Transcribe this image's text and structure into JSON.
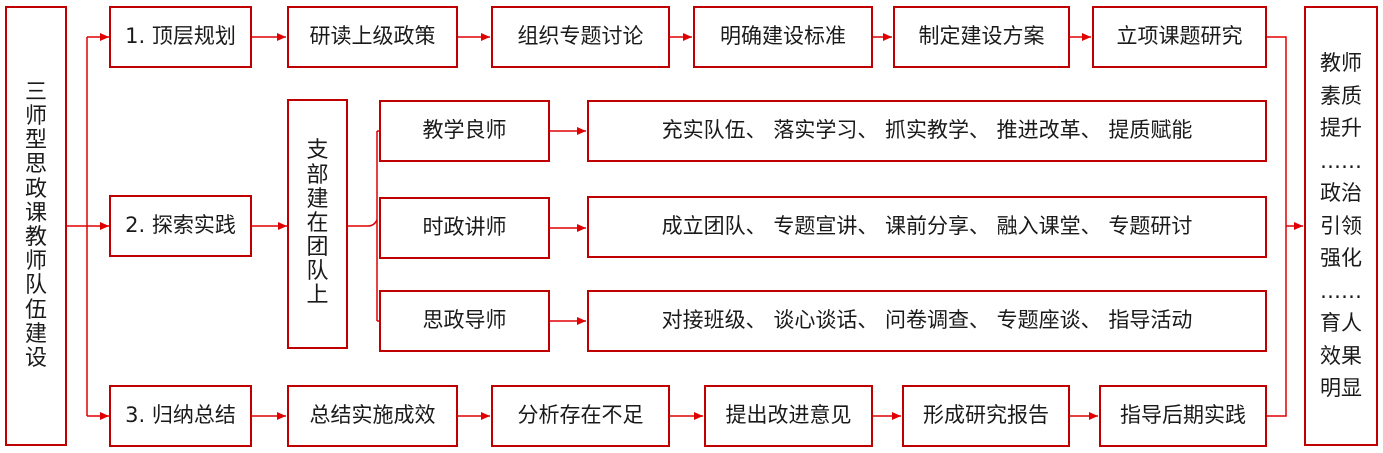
{
  "left_title": "三师型思政课教师队伍建设",
  "stages": [
    {
      "label": "1. 顶层规划",
      "steps": [
        "研读上级政策",
        "组织专题讨论",
        "明确建设标准",
        "制定建设方案",
        "立项课题研究"
      ]
    },
    {
      "label": "2. 探索实践"
    },
    {
      "label": "3. 归纳总结",
      "steps": [
        "总结实施成效",
        "分析存在不足",
        "提出改进意见",
        "形成研究报告",
        "指导后期实践"
      ]
    }
  ],
  "branch_title": "支部建在团队上",
  "mentors": [
    {
      "label": "教学良师",
      "actions": "充实队伍、 落实学习、 抓实教学、 推进改革、 提质赋能"
    },
    {
      "label": "时政讲师",
      "actions": "成立团队、 专题宣讲、 课前分享、 融入课堂、 专题研讨"
    },
    {
      "label": "思政导师",
      "actions": "对接班级、 谈心谈话、 问卷调查、 专题座谈、 指导活动"
    }
  ],
  "outcomes": [
    "教师",
    "素质",
    "提升",
    "……",
    "政治",
    "引领",
    "强化",
    "……",
    "育人",
    "效果",
    "明显"
  ],
  "colors": {
    "border": "#c00000",
    "arrow": "#e00000",
    "text": "#1a1a1a"
  }
}
